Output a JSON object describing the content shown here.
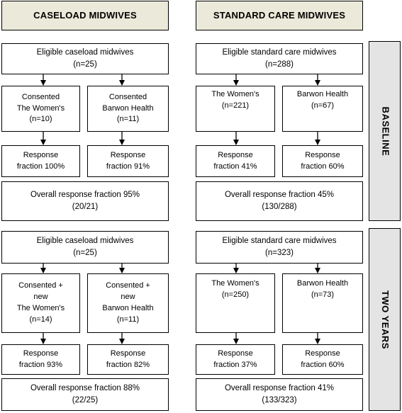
{
  "headers": {
    "caseload": "CASELOAD MIDWIVES",
    "standard": "STANDARD CARE MIDWIVES"
  },
  "phases": {
    "baseline": "BASELINE",
    "two_years": "TWO YEARS"
  },
  "baseline": {
    "caseload": {
      "eligible": [
        "Eligible caseload midwives",
        "(n=25)"
      ],
      "left": [
        "Consented",
        "The Women's",
        "(n=10)"
      ],
      "right": [
        "Consented",
        "Barwon Health",
        "(n=11)"
      ],
      "left_response": [
        "Response",
        "fraction 100%"
      ],
      "right_response": [
        "Response",
        "fraction 91%"
      ],
      "overall": [
        "Overall response fraction 95%",
        "(20/21)"
      ]
    },
    "standard": {
      "eligible": [
        "Eligible standard care midwives",
        "(n=288)"
      ],
      "left": [
        "The Women's",
        "(n=221)"
      ],
      "right": [
        "Barwon Health",
        "(n=67)"
      ],
      "left_response": [
        "Response",
        "fraction 41%"
      ],
      "right_response": [
        "Response",
        "fraction 60%"
      ],
      "overall": [
        "Overall response fraction 45%",
        "(130/288)"
      ]
    }
  },
  "two_years": {
    "caseload": {
      "eligible": [
        "Eligible caseload midwives",
        "(n=25)"
      ],
      "left": [
        "Consented +",
        "new",
        "The Women's",
        "(n=14)"
      ],
      "right": [
        "Consented +",
        "new",
        "Barwon Health",
        "(n=11)"
      ],
      "left_response": [
        "Response",
        "fraction 93%"
      ],
      "right_response": [
        "Response",
        "fraction 82%"
      ],
      "overall": [
        "Overall response fraction 88%",
        "(22/25)"
      ]
    },
    "standard": {
      "eligible": [
        "Eligible standard care midwives",
        "(n=323)"
      ],
      "left": [
        "The Women's",
        "(n=250)"
      ],
      "right": [
        "Barwon Health",
        "(n=73)"
      ],
      "left_response": [
        "Response",
        "fraction 37%"
      ],
      "right_response": [
        "Response",
        "fraction 60%"
      ],
      "overall": [
        "Overall response fraction 41%",
        "(133/323)"
      ]
    }
  }
}
